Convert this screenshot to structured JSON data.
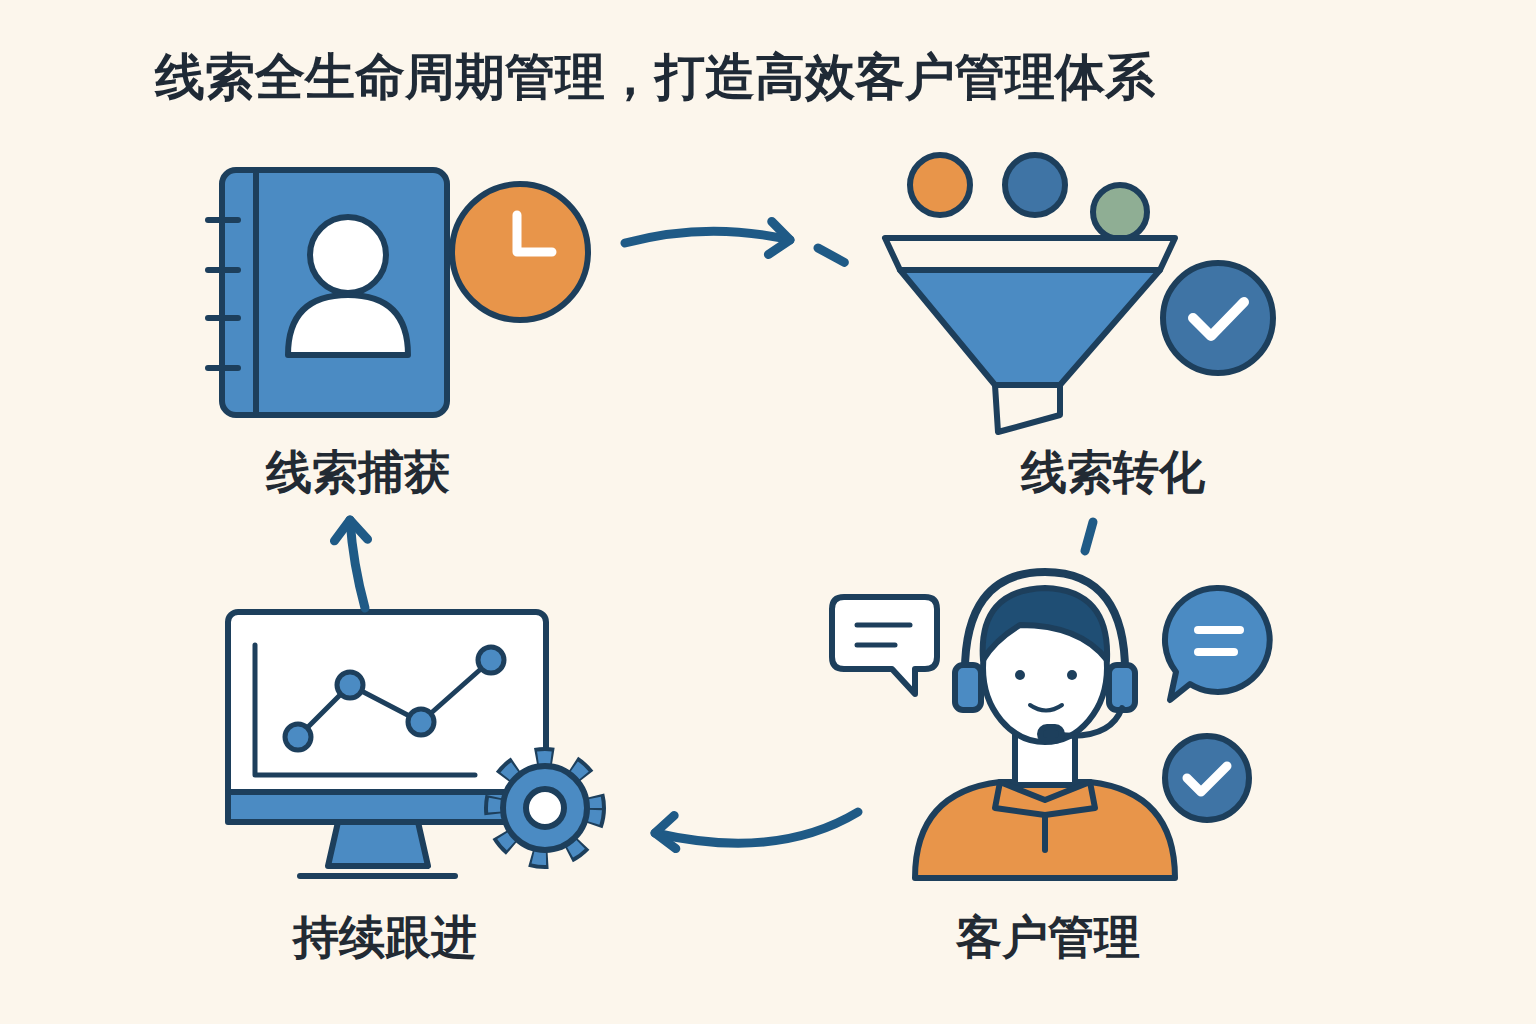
{
  "diagram": {
    "title": "线索全生命周期管理，打造高效客户管理体系",
    "nodes": [
      {
        "text": [
          "线索捕获"
        ]
      },
      {
        "text": [
          "线索转化"
        ]
      },
      {
        "text": [
          "持续跟进"
        ]
      },
      {
        "text": [
          "客户管理"
        ]
      }
    ],
    "edges": [
      {
        "from": 0,
        "to": 1,
        "arrow": "to"
      },
      {
        "from": 1,
        "to": 3,
        "arrow": "none"
      },
      {
        "from": 3,
        "to": 2,
        "arrow": "to"
      },
      {
        "from": 2,
        "to": 0,
        "arrow": "to"
      }
    ]
  }
}
